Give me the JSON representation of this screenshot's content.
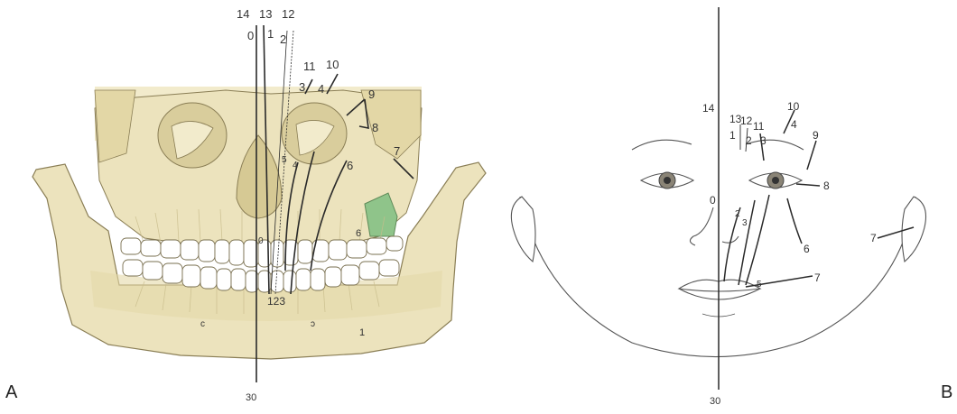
{
  "panels": {
    "a": {
      "letter": "A",
      "labels": {
        "l14": "14",
        "l13": "13",
        "l12": "12",
        "l0": "0",
        "l1": "1",
        "l2": "2",
        "l11": "11",
        "l10": "10",
        "l3": "3",
        "l4": "4",
        "l9": "9",
        "l8": "8",
        "l7": "7",
        "l6": "6",
        "l5": "5",
        "l4b": "4",
        "l6b": "6",
        "l123": "123",
        "l30": "30",
        "l1b": "1",
        "l0b": "0"
      }
    },
    "b": {
      "letter": "B",
      "labels": {
        "l14": "14",
        "l13": "13",
        "l12": "12",
        "l11": "11",
        "l10": "10",
        "l1": "1",
        "l2": "2",
        "l3": "3",
        "l4": "4",
        "l9": "9",
        "l8": "8",
        "l0": "0",
        "l6": "6",
        "l7": "7",
        "l7b": "7",
        "l30": "30",
        "l2b": "2",
        "l3b": "3",
        "l5": "5"
      }
    }
  },
  "colors": {
    "bone": "#ece3bd",
    "bone_shadow": "#d8cc98",
    "bone_outline": "#8a7e55",
    "tooth": "#ffffff",
    "sinus": "#8fc48a",
    "line": "#2a2a2a",
    "iris": "#8a8476"
  }
}
